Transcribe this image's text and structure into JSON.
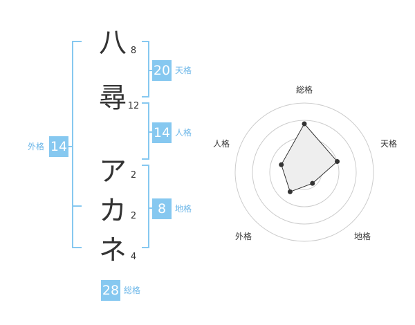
{
  "name": {
    "characters": [
      {
        "char": "八",
        "strokes": "8"
      },
      {
        "char": "尋",
        "strokes": "12"
      },
      {
        "char": "ア",
        "strokes": "2"
      },
      {
        "char": "カ",
        "strokes": "2"
      },
      {
        "char": "ネ",
        "strokes": "4"
      }
    ]
  },
  "fortune": {
    "tenkaku": {
      "value": "20",
      "label": "天格"
    },
    "jinkaku": {
      "value": "14",
      "label": "人格"
    },
    "chikaku": {
      "value": "8",
      "label": "地格"
    },
    "gaikaku": {
      "value": "14",
      "label": "外格"
    },
    "soukaku": {
      "value": "28",
      "label": "総格"
    }
  },
  "radar": {
    "axes": [
      "総格",
      "天格",
      "地格",
      "外格",
      "人格"
    ],
    "values": [
      28,
      20,
      8,
      14,
      14
    ],
    "colors": {
      "grid": "#cccccc",
      "polygon_fill": "#eeeeee",
      "line": "#333333",
      "accent": "#86c8f0"
    }
  }
}
